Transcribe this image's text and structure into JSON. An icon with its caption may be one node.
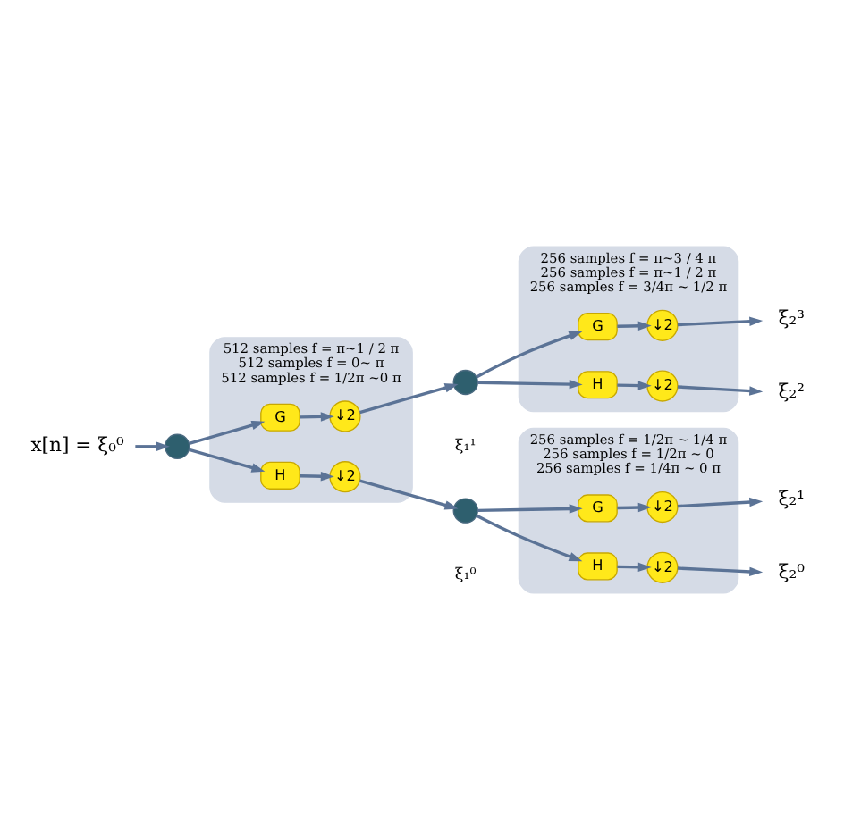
{
  "diagram": {
    "nodes": [
      {
        "text": [
          "x[n] = ξ₀⁰"
        ]
      },
      {
        "text": [],
        "shape": "circle"
      },
      {
        "text": [
          "512 samples f = π~1 / 2 π",
          "512 samples f = 0~ π",
          "512 samples f = 1/2π ~0 π"
        ]
      },
      {
        "text": [
          "G"
        ],
        "in": 2
      },
      {
        "text": [
          "↓2"
        ],
        "in": 2
      },
      {
        "text": [
          "H"
        ],
        "in": 2
      },
      {
        "text": [
          "↓2"
        ],
        "in": 2
      },
      {
        "text": [],
        "shape": "circle"
      },
      {
        "text": [
          "256 samples f = π~3 / 4 π",
          "256 samples f = π~1 / 2 π",
          "256 samples f = 3/4π ~ 1/2 π"
        ]
      },
      {
        "text": [
          "G"
        ],
        "in": 8
      },
      {
        "text": [
          "↓2"
        ],
        "in": 8
      },
      {
        "text": [
          "H"
        ],
        "in": 8
      },
      {
        "text": [
          "↓2"
        ],
        "in": 8
      },
      {
        "text": [
          "ξ₂³"
        ]
      },
      {
        "text": [
          "ξ₂²"
        ]
      },
      {
        "text": [],
        "shape": "circle"
      },
      {
        "text": [
          "256 samples f = 1/2π ~ 1/4 π",
          "256 samples f = 1/2π ~ 0",
          "256 samples f = 1/4π ~ 0 π"
        ]
      },
      {
        "text": [
          "G"
        ],
        "in": 16
      },
      {
        "text": [
          "↓2"
        ],
        "in": 16
      },
      {
        "text": [
          "H"
        ],
        "in": 16
      },
      {
        "text": [
          "↓2"
        ],
        "in": 16
      },
      {
        "text": [
          "ξ₂¹"
        ]
      },
      {
        "text": [
          "ξ₂⁰"
        ]
      }
    ],
    "edges": [
      {
        "from": 0,
        "to": 1,
        "arrow": "to"
      },
      {
        "from": 1,
        "to": 3,
        "arrow": "to"
      },
      {
        "from": 1,
        "to": 5,
        "arrow": "to"
      },
      {
        "from": 3,
        "to": 4,
        "arrow": "to"
      },
      {
        "from": 5,
        "to": 6,
        "arrow": "to"
      },
      {
        "from": 4,
        "to": 7,
        "arrow": "to"
      },
      {
        "from": 6,
        "to": 15,
        "arrow": "to"
      },
      {
        "from": 7,
        "to": 9,
        "arrow": "to"
      },
      {
        "from": 7,
        "to": 11,
        "arrow": "to"
      },
      {
        "from": 9,
        "to": 10,
        "arrow": "to"
      },
      {
        "from": 11,
        "to": 12,
        "arrow": "to"
      },
      {
        "from": 10,
        "to": 13,
        "arrow": "to"
      },
      {
        "from": 12,
        "to": 14,
        "arrow": "to"
      },
      {
        "from": 15,
        "to": 17,
        "arrow": "to"
      },
      {
        "from": 15,
        "to": 19,
        "arrow": "to"
      },
      {
        "from": 17,
        "to": 18,
        "arrow": "to"
      },
      {
        "from": 19,
        "to": 20,
        "arrow": "to"
      },
      {
        "from": 18,
        "to": 21,
        "arrow": "to"
      },
      {
        "from": 20,
        "to": 22,
        "arrow": "to"
      }
    ],
    "labels": [
      "ξ₁¹",
      "ξ₁⁰"
    ]
  }
}
